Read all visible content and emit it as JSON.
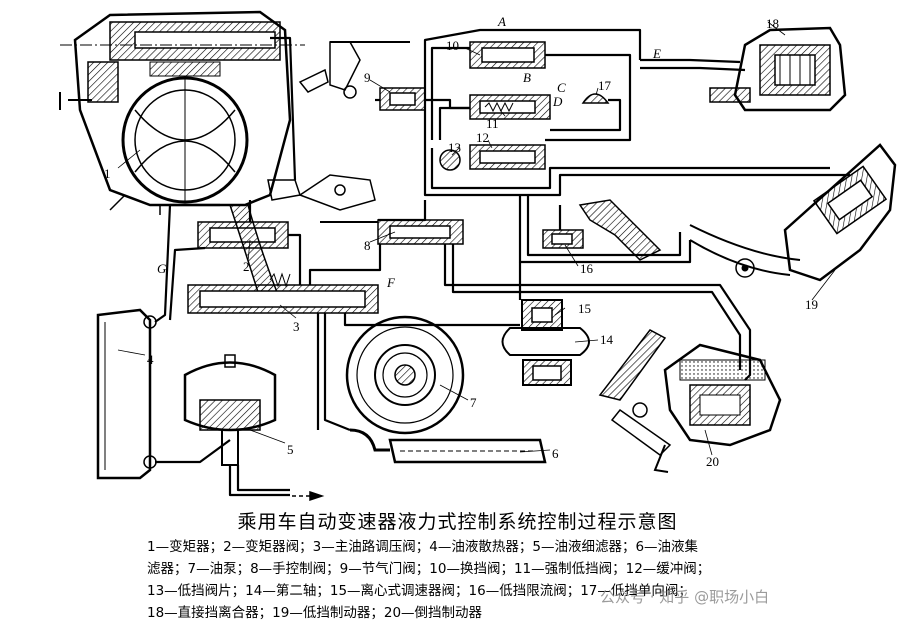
{
  "labels": {
    "n1": "1",
    "n2": "2",
    "n3": "3",
    "n4": "4",
    "n5": "5",
    "n6": "6",
    "n7": "7",
    "n8": "8",
    "n9": "9",
    "n10": "10",
    "n11": "11",
    "n12": "12",
    "n13": "13",
    "n14": "14",
    "n15": "15",
    "n16": "16",
    "n17": "17",
    "n18": "18",
    "n19": "19",
    "n20": "20",
    "A": "A",
    "B": "B",
    "C": "C",
    "D": "D",
    "E": "E",
    "F": "F",
    "G": "G"
  },
  "caption": {
    "title": "乘用车自动变速器液力式控制系统控制过程示意图",
    "legend_line1": "1—变矩器；2—变矩器阀；3—主油路调压阀；4—油液散热器；5—油液细滤器；6—油液集",
    "legend_line2": "滤器；7—油泵；8—手控制阀；9—节气门阀；10—换挡阀；11—强制低挡阀；12—缓冲阀；",
    "legend_line3": "13—低挡阀片；14—第二轴；15—离心式调速器阀；16—低挡限流阀；17—低挡单向阀；",
    "legend_line4": "18—直接挡离合器；19—低挡制动器；20—倒挡制动器"
  },
  "watermark": "公众号 · 知乎 @职场小白"
}
